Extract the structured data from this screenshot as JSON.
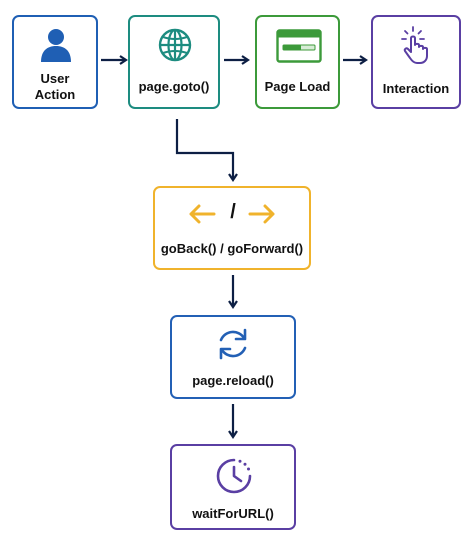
{
  "diagram": {
    "nodes": [
      {
        "id": "user-action",
        "label_line1": "User",
        "label_line2": "Action",
        "color": "#1f5fb4",
        "icon": "user-icon"
      },
      {
        "id": "page-goto",
        "label": "page.goto()",
        "color": "#1d8c80",
        "icon": "globe-icon"
      },
      {
        "id": "page-load",
        "label": "Page Load",
        "color": "#3c9a3a",
        "icon": "browser-window-icon"
      },
      {
        "id": "interaction",
        "label": "Interaction",
        "color": "#5a3fa3",
        "icon": "pointer-click-icon"
      },
      {
        "id": "go-back-forward",
        "label": "goBack() / goForward()",
        "separator": "/",
        "color": "#f0b32c",
        "icon": "back-forward-arrows-icon"
      },
      {
        "id": "page-reload",
        "label": "page.reload()",
        "color": "#2360b5",
        "icon": "reload-icon"
      },
      {
        "id": "wait-for-url",
        "label": "waitForURL()",
        "color": "#5a3fa3",
        "icon": "clock-icon"
      }
    ],
    "connector_color": "#0d1f44"
  }
}
